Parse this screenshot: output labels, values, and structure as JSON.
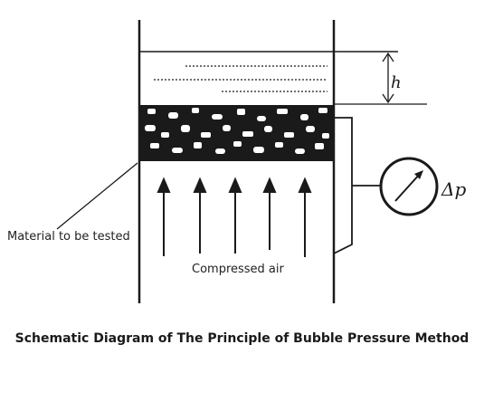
{
  "labels": {
    "material": "Material to be tested",
    "air": "Compressed air",
    "height_symbol": "h",
    "pressure_symbol": "Δp"
  },
  "caption": "Schematic Diagram of The Principle of Bubble Pressure Method",
  "colors": {
    "ink": "#1a1a1a",
    "background": "#ffffff"
  }
}
